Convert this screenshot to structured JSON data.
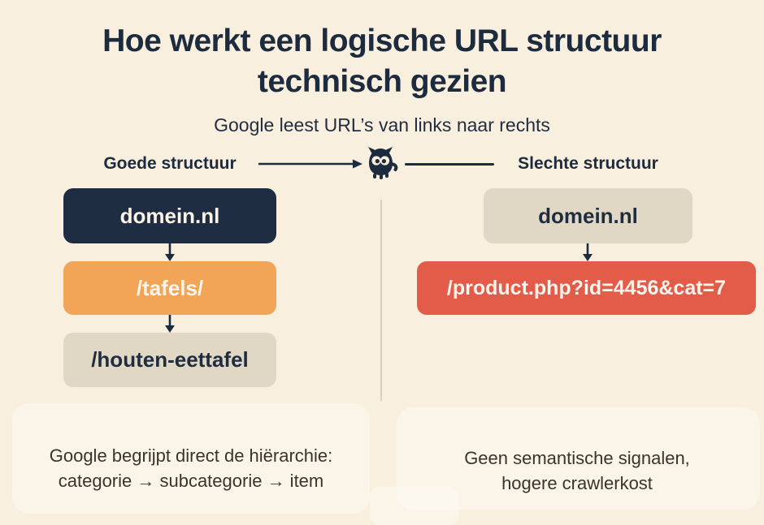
{
  "title": {
    "line1": "Hoe werkt een logische URL structuur",
    "line2": "technisch gezien"
  },
  "subtitle": "Google leest URL’s van links naar rechts",
  "colors": {
    "background": "#f8efde",
    "navy": "#1d2b3f",
    "orange": "#f2a457",
    "beige": "#e0d8c4",
    "red": "#e25c49",
    "divider": "#d7d0c2",
    "caption_text": "#3a342a"
  },
  "icons": {
    "crawler_bug": "google-crawler-bug-icon",
    "left_connector": "arrow-right-to-bug",
    "right_connector": "plain-line",
    "flow_arrow": "arrow-down"
  },
  "good": {
    "label": "Goede structuur",
    "boxes": [
      {
        "text": "domein.nl",
        "style": "navy"
      },
      {
        "text": "/tafels/",
        "style": "orange"
      },
      {
        "text": "/houten-eettafel",
        "style": "beige"
      }
    ],
    "caption": {
      "line1": "Google begrijpt direct de hiërarchie:",
      "line2": "categorie → subcategorie → item"
    }
  },
  "bad": {
    "label": "Slechte structuur",
    "boxes": [
      {
        "text": "domein.nl",
        "style": "beige"
      },
      {
        "text": "/product.php?id=4456&cat=7",
        "style": "red"
      }
    ],
    "caption": {
      "line1": "Geen semantische signalen,",
      "line2": "hogere crawlerkost"
    }
  }
}
